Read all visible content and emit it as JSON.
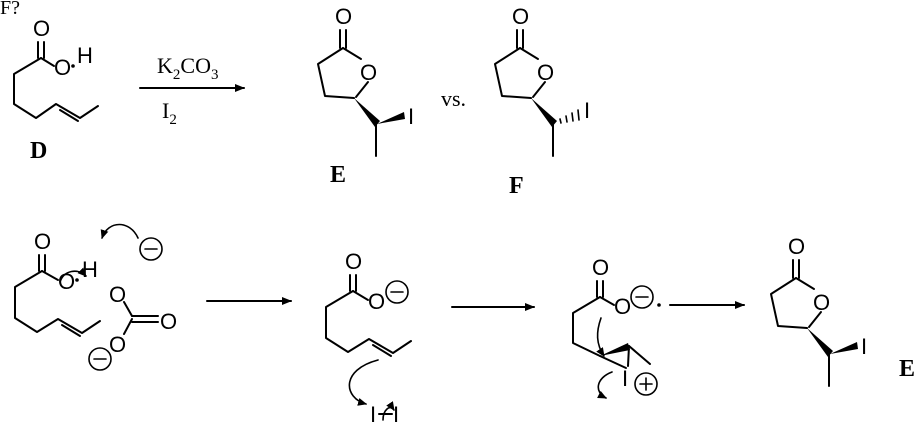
{
  "header": {
    "fragment": "F?"
  },
  "reaction": {
    "reagent_top": "K",
    "reagent_top_sub": "2",
    "reagent_top_end": "CO",
    "reagent_top_sub2": "3",
    "reagent_bottom": "I",
    "reagent_bottom_sub": "2",
    "vs": "vs."
  },
  "compounds": {
    "D": "D",
    "E": "E",
    "F": "F",
    "E_final": "E"
  },
  "atoms": {
    "O": "O",
    "H": "H",
    "I": "I"
  },
  "charges": {
    "minus": "−",
    "plus": "+"
  }
}
